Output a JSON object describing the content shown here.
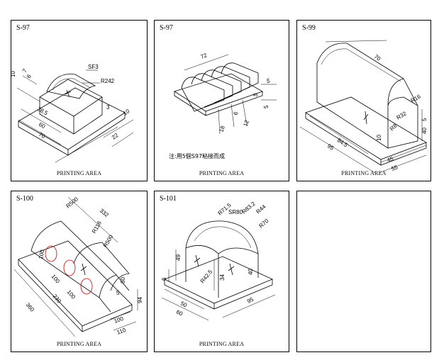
{
  "panels": [
    {
      "id": "S-97",
      "printing_area": "PRINTING AREA",
      "dims": [
        "10",
        "7",
        "6",
        "SF3",
        "R242",
        "28.5",
        "60",
        "70",
        "3",
        "10",
        "22"
      ]
    },
    {
      "id": "S-97",
      "printing_area": "PRINTING AREA",
      "note": "注:用5個S97粘接而成",
      "dims": [
        "72",
        "5",
        "5",
        "6",
        "18",
        "12",
        "5"
      ]
    },
    {
      "id": "S-99",
      "printing_area": "PRINTING AREA",
      "dims": [
        "70",
        "R16",
        "R32",
        "R8",
        "5",
        "40",
        "10",
        "84.5",
        "95",
        "45",
        "55"
      ]
    },
    {
      "id": "S-100",
      "printing_area": "PRINTING AREA",
      "dims": [
        "R500",
        "332",
        "R116",
        "R500",
        "100",
        "100",
        "100",
        "230",
        "360",
        "5",
        "60",
        "94",
        "100",
        "110"
      ]
    },
    {
      "id": "S-101",
      "printing_area": "PRINTING AREA",
      "dims": [
        "R71.5",
        "SR80",
        "R83.2",
        "R44",
        "R70",
        "49",
        "6",
        "R42.5",
        "34",
        "40",
        "50",
        "60",
        "95"
      ]
    }
  ]
}
